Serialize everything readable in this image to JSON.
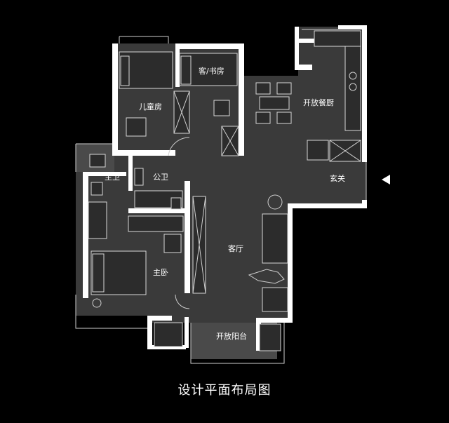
{
  "caption": "设计平面布局图",
  "rooms": {
    "children_room": "儿童房",
    "guest_study": "客/书房",
    "dining_kitchen": "开放餐厨",
    "master_bath": "主卫",
    "public_bath": "公卫",
    "entrance": "玄关",
    "living_room": "客厅",
    "master_bedroom": "主卧",
    "balcony": "开放阳台"
  },
  "icons": {
    "entrance_marker": "triangle-arrow-icon"
  }
}
